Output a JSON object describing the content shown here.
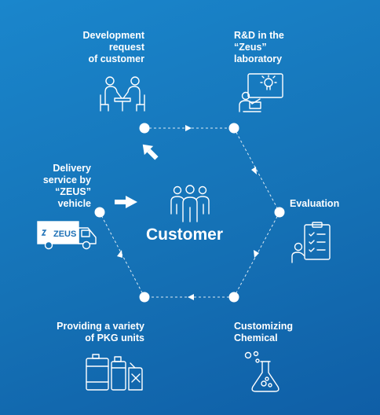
{
  "colors": {
    "background": "#1572b6",
    "foreground": "#ffffff",
    "truck_text": "#1b6fb5"
  },
  "center": {
    "label": "Customer",
    "icon": "people-group-icon"
  },
  "steps": [
    {
      "label": "Development\nrequest\nof customer",
      "icon": "meeting-icon"
    },
    {
      "label": "R&D in the\n“Zeus”\nlaboratory",
      "icon": "research-idea-icon"
    },
    {
      "label": "Evaluation",
      "icon": "checklist-icon"
    },
    {
      "label": "Customizing\nChemical",
      "icon": "flask-icon"
    },
    {
      "label": "Providing a variety\nof PKG units",
      "icon": "containers-icon"
    },
    {
      "label": "Delivery\nservice by\n“ZEUS”\nvehicle",
      "icon": "truck-icon"
    }
  ],
  "truck_text": "ZEUS"
}
